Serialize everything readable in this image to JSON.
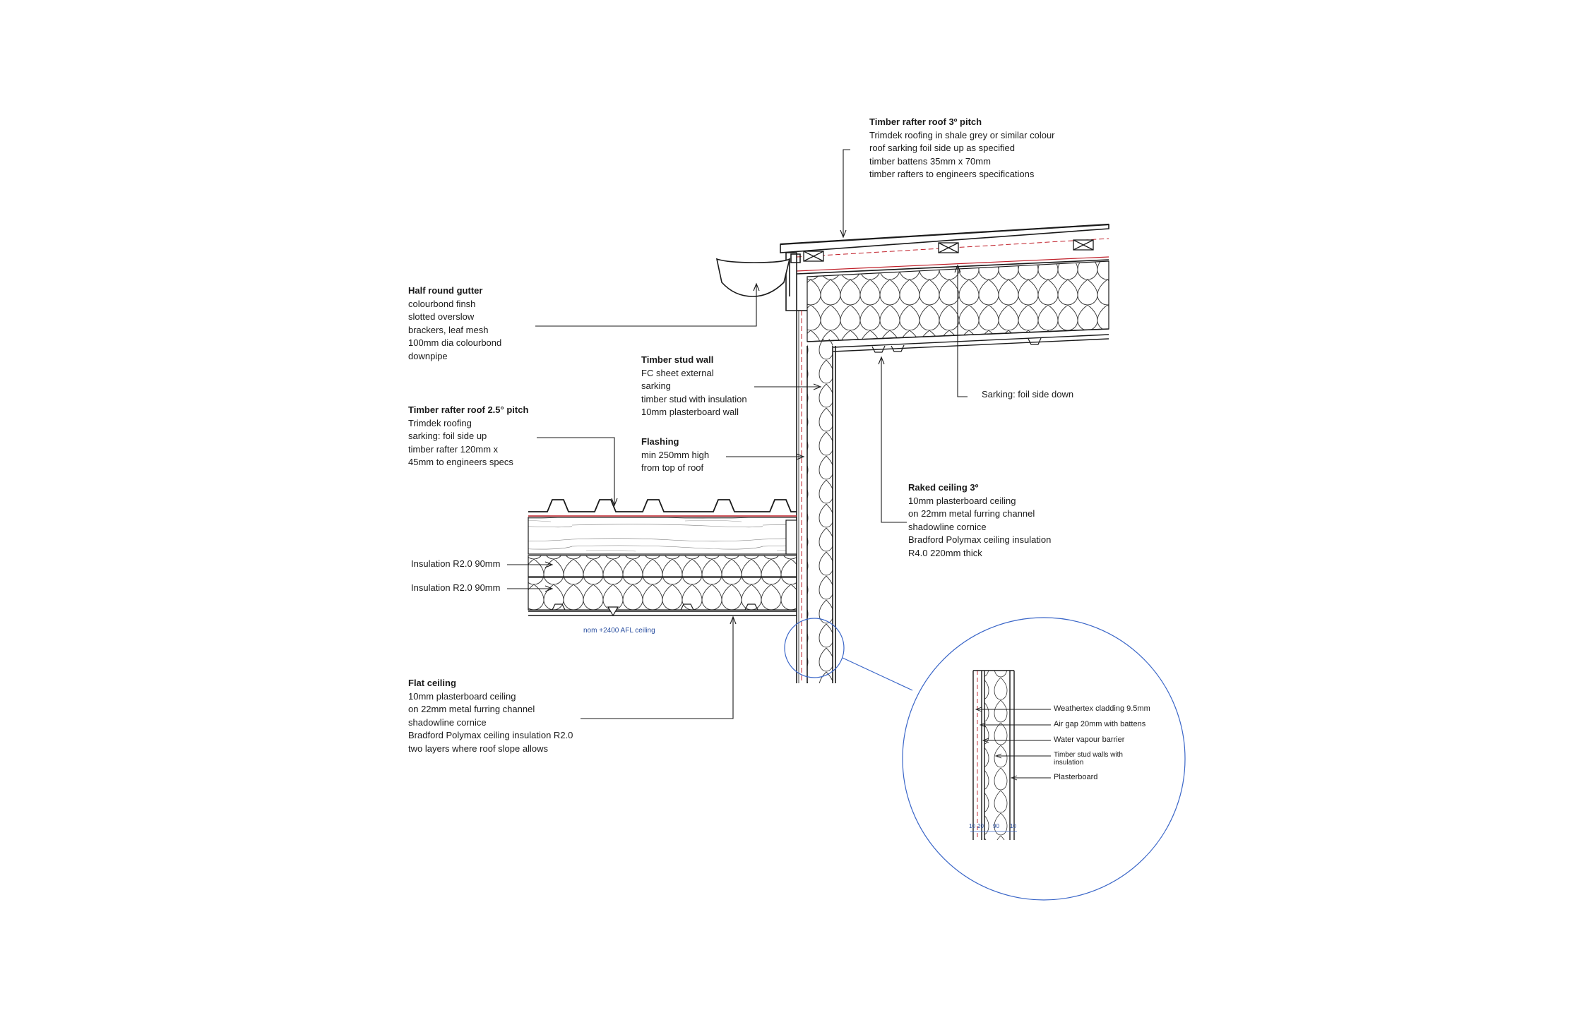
{
  "notes": {
    "roof3": {
      "heading": "Timber rafter roof 3º pitch",
      "lines": [
        "Trimdek roofing in shale grey or similar colour",
        "roof sarking foil side up as specified",
        "timber battens 35mm x 70mm",
        "timber rafters to engineers specifications"
      ]
    },
    "gutter": {
      "heading": "Half round gutter",
      "lines": [
        "colourbond finsh",
        "slotted overslow",
        "brackers, leaf mesh",
        "100mm dia colourbond",
        "downpipe"
      ]
    },
    "studwall": {
      "heading": "Timber stud wall",
      "lines": [
        "FC sheet external",
        "sarking",
        "timber stud with insulation",
        "10mm plasterboard wall"
      ]
    },
    "roof25": {
      "heading": "Timber rafter roof 2.5° pitch",
      "lines": [
        "Trimdek roofing",
        "sarking: foil side up",
        "timber rafter 120mm x",
        "45mm to engineers specs"
      ]
    },
    "flashing": {
      "heading": "Flashing",
      "lines": [
        "min 250mm high",
        "from top of roof"
      ]
    },
    "raked": {
      "heading": "Raked ceiling 3º",
      "lines": [
        "10mm plasterboard ceiling",
        "on 22mm metal furring channel",
        "shadowline cornice",
        "Bradford Polymax ceiling insulation",
        "R4.0 220mm thick"
      ]
    },
    "flat": {
      "heading": "Flat ceiling",
      "lines": [
        "10mm plasterboard ceiling",
        "on 22mm metal furring channel",
        "shadowline cornice",
        "Bradford Polymax ceiling insulation R2.0",
        "two layers where roof slope allows"
      ]
    },
    "sarking": "Sarking: foil side down",
    "insul1": "Insulation R2.0 90mm",
    "insul2": "Insulation R2.0 90mm",
    "level": "nom +2400 AFL ceiling"
  },
  "detail": {
    "labels": [
      "Weathertex cladding 9.5mm",
      "Air gap 20mm with battens",
      "Water vapour barrier",
      "Timber stud walls with insulation",
      "Plasterboard"
    ],
    "dims": [
      "10",
      "20",
      "90",
      "10"
    ]
  },
  "colors": {
    "line": "#1a1a1a",
    "sarking": "#c0202a",
    "detail": "#3a66c8"
  }
}
